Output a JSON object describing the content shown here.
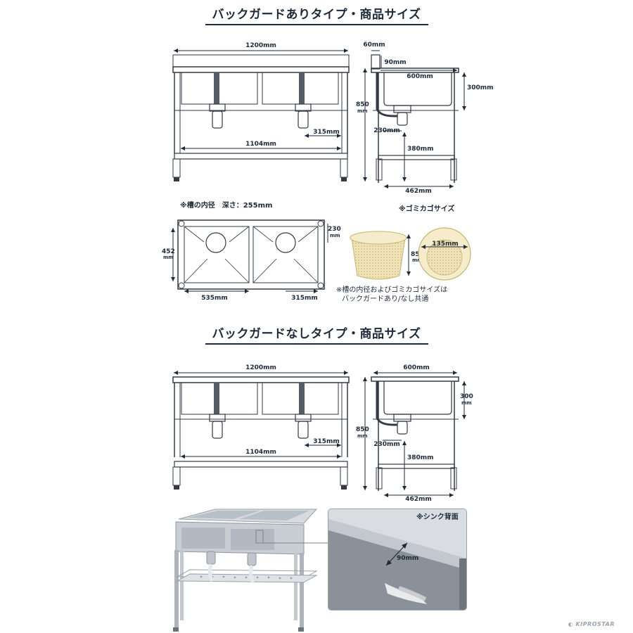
{
  "titles": {
    "with_backguard": "バックガードありタイプ・商品サイズ",
    "without_backguard": "バックガードなしタイプ・商品サイズ"
  },
  "top_front": {
    "width": "1200mm",
    "inner_width": "1104mm",
    "drain_offset": "315mm"
  },
  "top_side": {
    "backguard_thickness": "60mm",
    "backguard_height": "90mm",
    "depth": "600mm",
    "basin_height": "300mm",
    "height": "850",
    "height_unit": "mm",
    "drain_from_back": "230mm",
    "shelf_height": "380mm",
    "leg_depth": "462mm"
  },
  "basin_plan": {
    "note": "※槽の内径　深さ：255mm",
    "depth": "452",
    "depth_unit": "mm",
    "corner_offset": "230",
    "corner_offset_unit": "mm",
    "inner_width": "535mm",
    "drain_offset": "315mm"
  },
  "basket": {
    "title": "※ゴミカゴサイズ",
    "height": "85",
    "height_unit": "mm",
    "diameter": "135mm",
    "note_line1": "※槽の内径およびゴミカゴサイズは",
    "note_line2": "バックガードあり/なし共通"
  },
  "bottom_front": {
    "width": "1200mm",
    "inner_width": "1104mm",
    "drain_offset": "315mm"
  },
  "bottom_side": {
    "depth": "600mm",
    "basin_height": "300",
    "basin_height_unit": "mm",
    "height": "850",
    "height_unit": "mm",
    "drain_from_back": "230mm",
    "shelf_height": "380mm",
    "leg_depth": "462mm"
  },
  "photos": {
    "detail_label": "※シンク背面",
    "detail_dim": "90mm"
  },
  "brand": "KIPROSTAR"
}
